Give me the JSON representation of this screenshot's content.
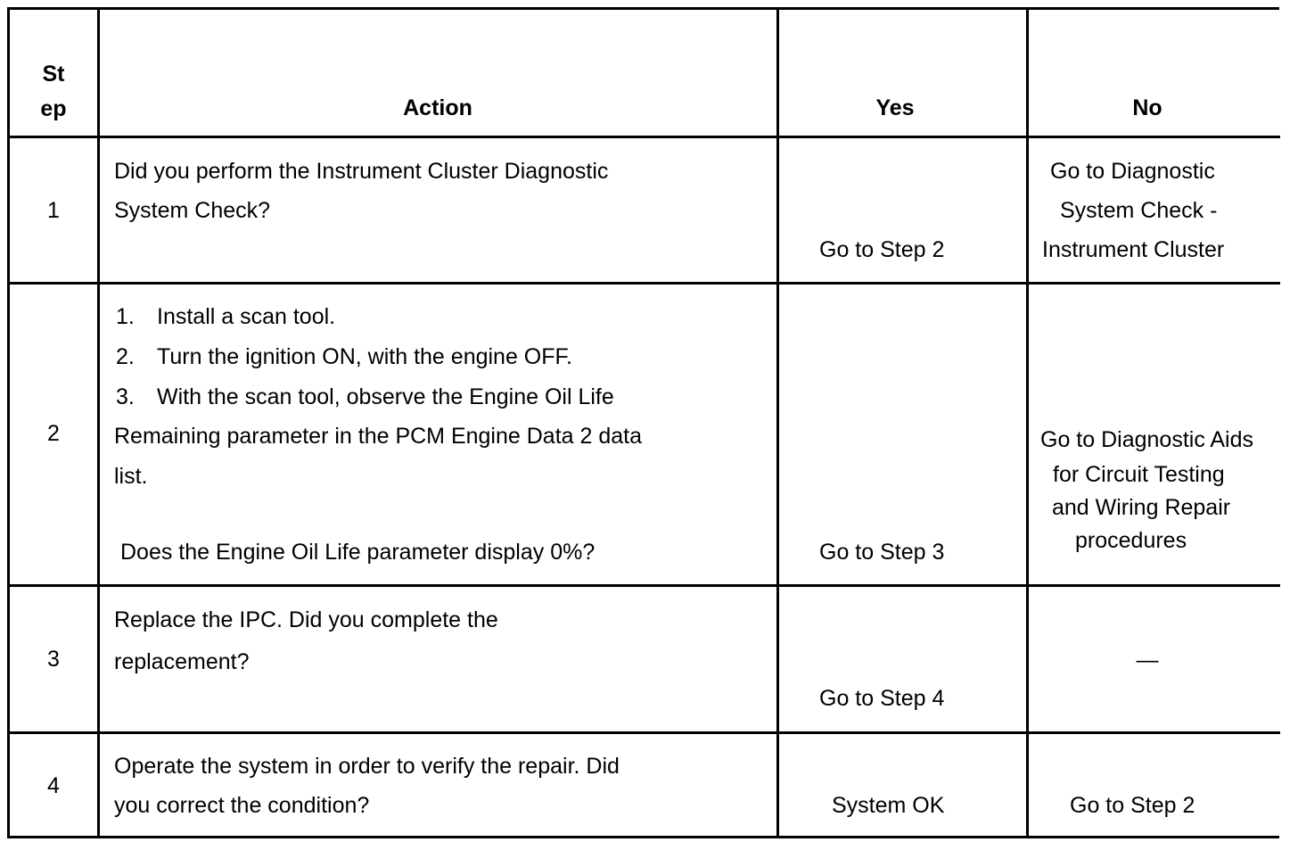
{
  "table": {
    "headers": {
      "step_line1": "St",
      "step_line2": "ep",
      "action": "Action",
      "yes": "Yes",
      "no": "No"
    },
    "rows": [
      {
        "step": "1",
        "action": [
          "Did you perform the Instrument Cluster Diagnostic",
          "System Check?"
        ],
        "yes": "Go to Step 2",
        "no": [
          "Go to Diagnostic",
          "System Check -",
          "Instrument Cluster"
        ]
      },
      {
        "step": "2",
        "action_items": [
          {
            "num": "1.",
            "text": "Install a scan tool."
          },
          {
            "num": "2.",
            "text": "Turn the ignition ON, with the engine OFF."
          },
          {
            "num": "3.",
            "text": "With the scan tool, observe the Engine Oil Life"
          }
        ],
        "action_cont": [
          "Remaining parameter in the PCM Engine Data 2 data",
          "list."
        ],
        "question": "Does the Engine Oil Life parameter display 0%?",
        "yes": "Go to Step 3",
        "no": [
          "Go to Diagnostic Aids",
          "for Circuit Testing",
          "and Wiring Repair",
          "procedures"
        ]
      },
      {
        "step": "3",
        "action": [
          "Replace the IPC.  Did you complete the",
          "replacement?"
        ],
        "yes": "Go to Step 4",
        "no": "—"
      },
      {
        "step": "4",
        "action": [
          "Operate the system in order to verify the repair. Did",
          "you correct the condition?"
        ],
        "yes": "System OK",
        "no": "Go to Step 2"
      }
    ]
  }
}
